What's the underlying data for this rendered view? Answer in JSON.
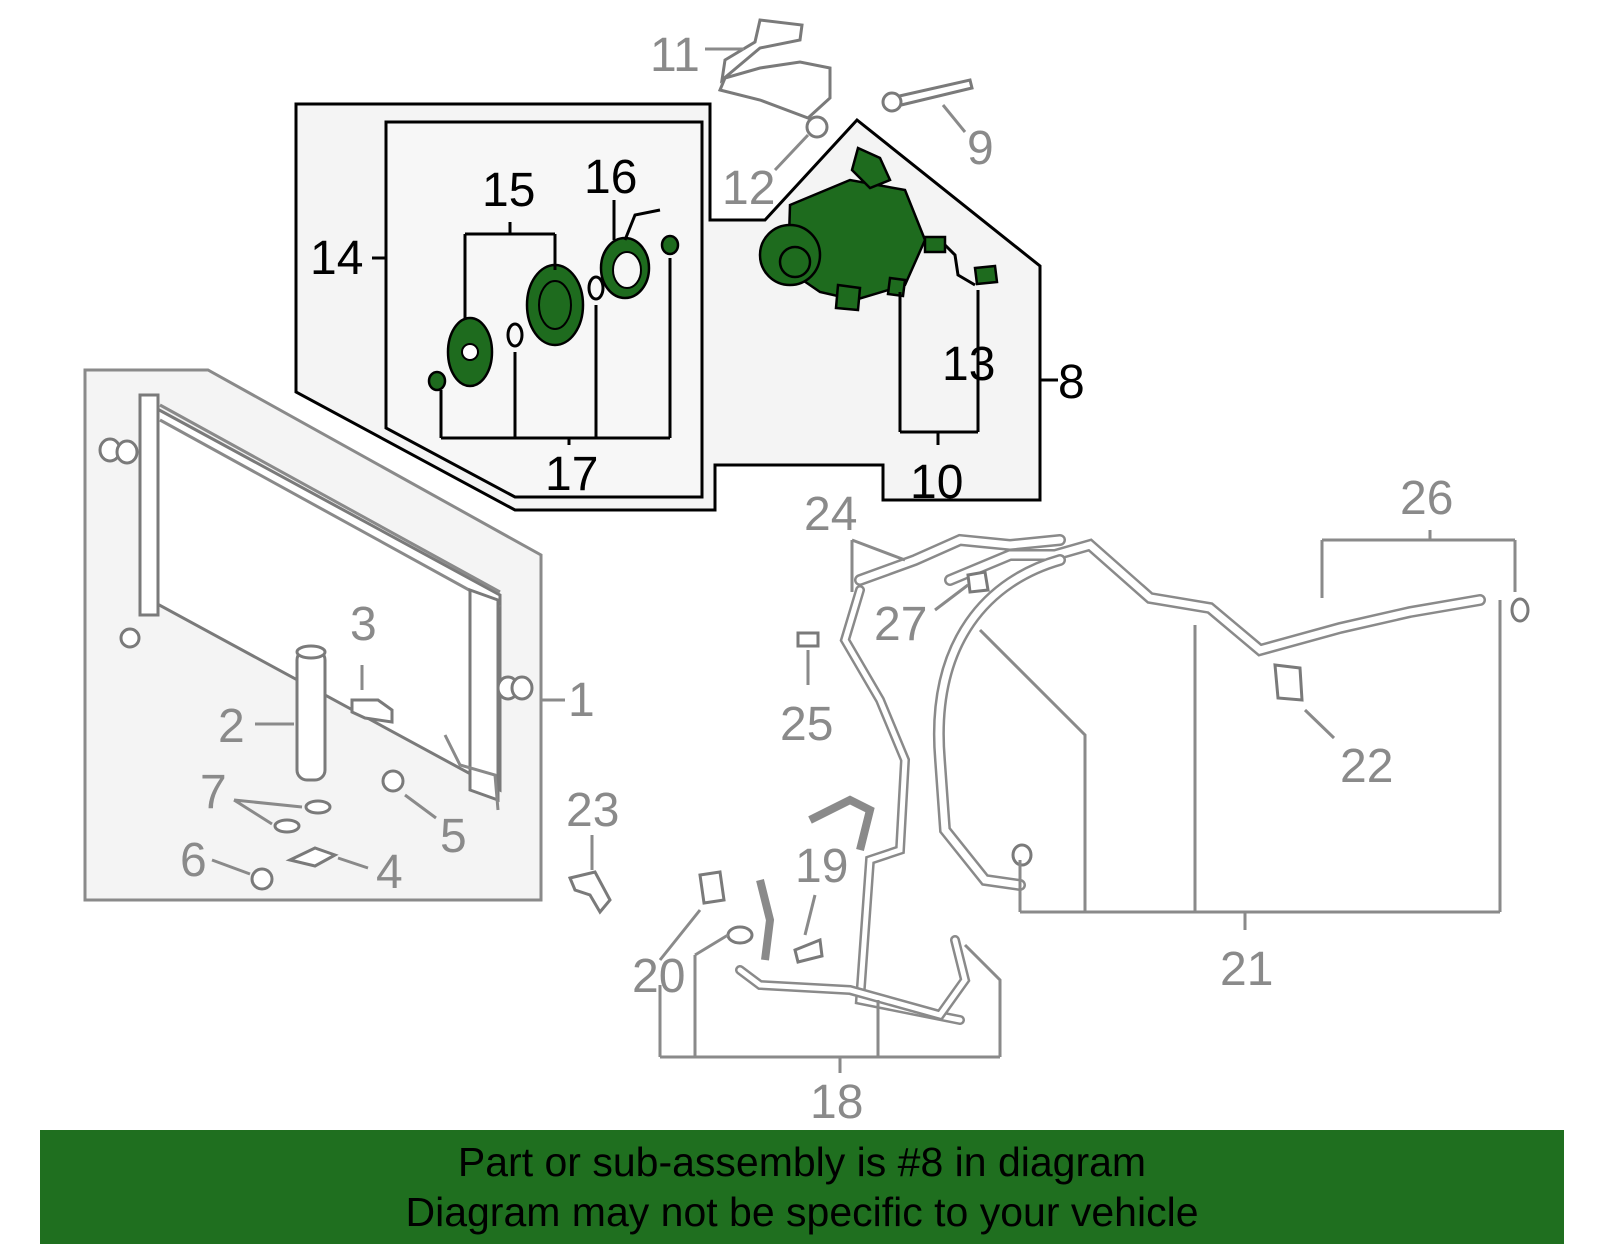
{
  "diagram": {
    "callouts": [
      "1",
      "2",
      "3",
      "4",
      "5",
      "6",
      "7",
      "8",
      "9",
      "10",
      "11",
      "12",
      "13",
      "14",
      "15",
      "16",
      "17",
      "18",
      "19",
      "20",
      "21",
      "22",
      "23",
      "24",
      "25",
      "26",
      "27"
    ],
    "highlighted_part": "8",
    "colors": {
      "highlight": "#1e6b1e",
      "banner": "#1f6f1f",
      "outline": "#8a8a8a"
    }
  },
  "banner": {
    "line1": "Part or sub-assembly is #8 in diagram",
    "line2": "Diagram may not be specific to your vehicle"
  }
}
